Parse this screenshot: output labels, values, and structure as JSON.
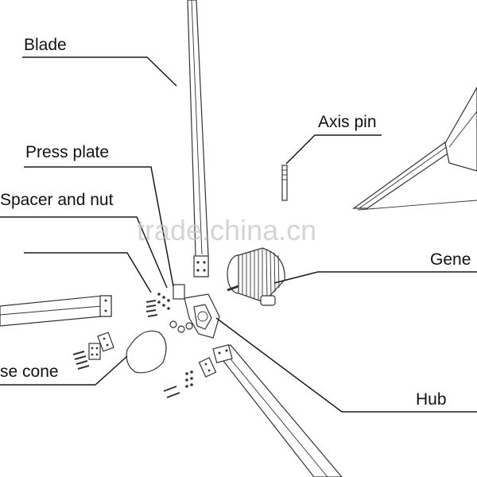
{
  "labels": {
    "blade": "Blade",
    "press_plate": "Press plate",
    "spacer_and_nut": "Spacer and nut",
    "axis_pin": "Axis pin",
    "generator": "Gene",
    "nose_cone": "se cone",
    "hub": "Hub"
  },
  "watermark": "trade.china.cn",
  "colors": {
    "line": "#1a1a1a",
    "text": "#111111",
    "watermark": "#c8c8c8"
  }
}
